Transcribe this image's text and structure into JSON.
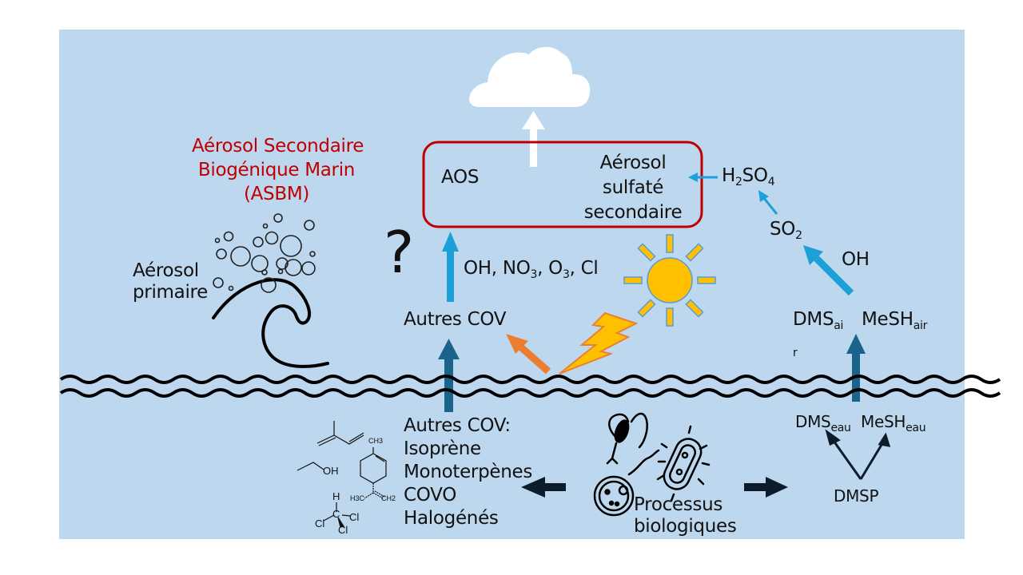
{
  "colors": {
    "background": "#BDD7EE",
    "title_red": "#C00000",
    "box_border": "#C00000",
    "arrow_light_blue": "#1BA1D8",
    "arrow_dark_blue": "#1B6489",
    "arrow_orange": "#ED7D31",
    "sun_fill": "#FFC000",
    "sun_stroke": "#5B9BD5",
    "arrow_black": "#0D1B2A"
  },
  "title": {
    "line1": "Aérosol Secondaire",
    "line2": "Biogénique Marin",
    "line3": "(ASBM)"
  },
  "box": {
    "left_label": "AOS",
    "right_line1": "Aérosol",
    "right_line2": "sulfaté",
    "right_line3": "secondaire"
  },
  "atmosphere": {
    "question_mark": "?",
    "oxidants": {
      "p1": "OH, NO",
      "s1": "3",
      "p2": ", O",
      "s2": "3",
      "p3": ", Cl"
    },
    "autres_cov": "Autres COV",
    "primary_aerosol_line1": "Aérosol",
    "primary_aerosol_line2": "primaire",
    "h2so4": {
      "p1": "H",
      "s1": "2",
      "p2": "SO",
      "s2": "4"
    },
    "so2": {
      "p1": "SO",
      "s1": "2"
    },
    "oh": "OH",
    "dms_air": {
      "p1": "DMS",
      "s1": "ai",
      "stray": "r"
    },
    "mesh_air": {
      "p1": "MeSH",
      "s1": "air"
    }
  },
  "ocean": {
    "cov_list": [
      "Autres COV:",
      "Isoprène",
      "Monoterpènes",
      "COVO",
      "Halogénés"
    ],
    "bio_line1": "Processus",
    "bio_line2": "biologiques",
    "dms_eau": {
      "p1": "DMS",
      "s1": "eau"
    },
    "mesh_eau": {
      "p1": "MeSH",
      "s1": "eau"
    },
    "dmsp": "DMSP"
  },
  "molecules": {
    "ethanol_oh": "OH",
    "limonene_ch3": "CH3",
    "limonene_h3c": "H3C",
    "limonene_ch2": "CH2",
    "chloroform_h": "H",
    "chloroform_c": "C",
    "chloroform_cl1": "Cl",
    "chloroform_cl2": "Cl",
    "chloroform_cl3": "Cl"
  },
  "icons": {
    "cloud": "cloud-icon",
    "sun": "sun-icon",
    "lightning": "lightning-icon",
    "wave": "wave-icon",
    "bubbles": "bubbles-icon",
    "sea_surface": "sea-surface-icon",
    "microorganisms": "microorganisms-icon"
  }
}
